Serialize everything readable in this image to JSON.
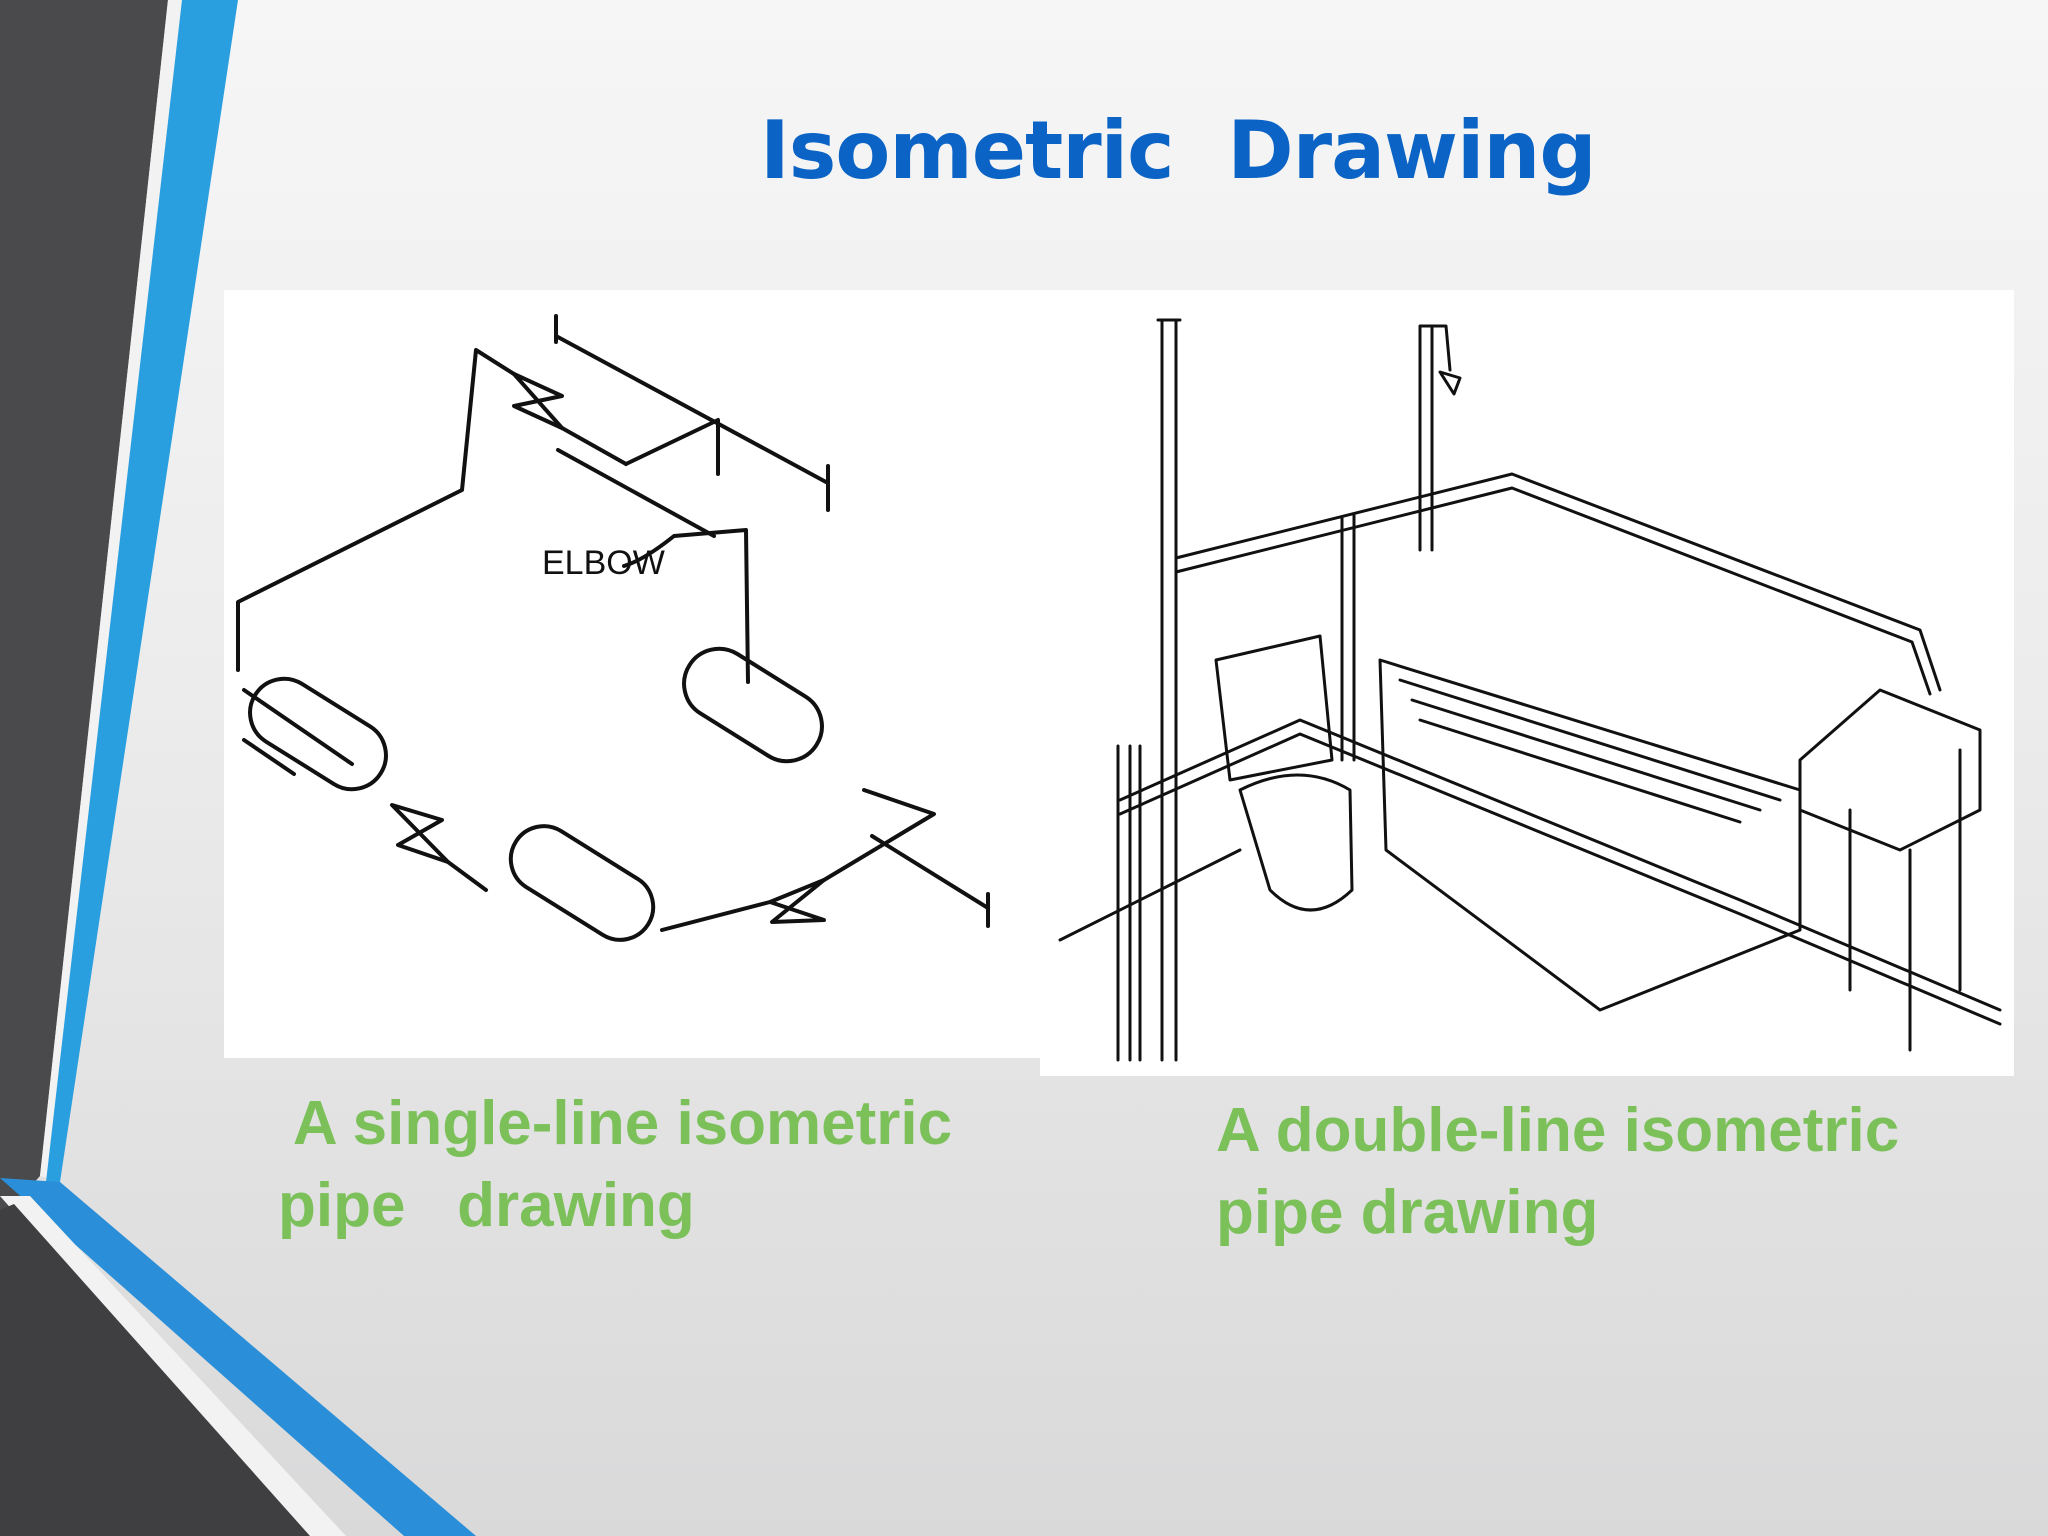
{
  "slide": {
    "title": "Isometric  Drawing",
    "colors": {
      "title": "#0b63c5",
      "caption": "#7cc05a",
      "accent_blue": "#2a9fe0",
      "accent_dark": "#3f3f42"
    }
  },
  "left_figure": {
    "elbow_label": "ELBOW",
    "caption_line1": " A single-line isometric",
    "caption_line2": "pipe   drawing"
  },
  "right_figure": {
    "caption_line1": "A double-line isometric",
    "caption_line2": "pipe drawing"
  }
}
